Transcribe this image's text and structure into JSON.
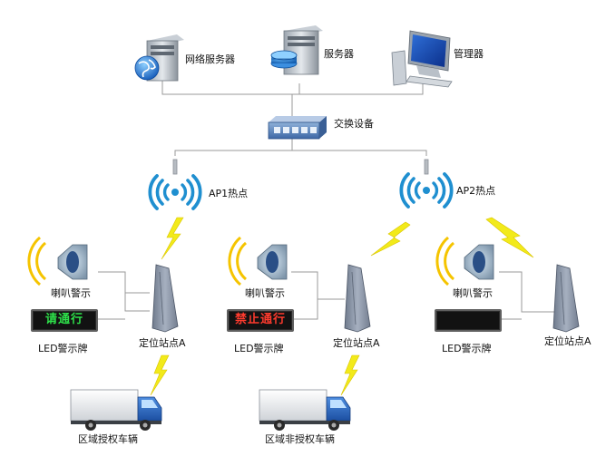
{
  "title": "",
  "nodes": {
    "network_server": "网络服务器",
    "server": "服务器",
    "manager": "管理器",
    "switch": "交换设备",
    "ap1": "AP1热点",
    "ap2": "AP2热点",
    "speaker_1": "喇叭警示",
    "speaker_2": "喇叭警示",
    "speaker_3": "喇叭警示",
    "led_board_1": "LED警示牌",
    "led_board_2": "LED警示牌",
    "led_board_3": "LED警示牌",
    "locator_1": "定位站点A",
    "locator_2": "定位站点A",
    "locator_3": "定位站点A",
    "vehicle_authorized": "区域授权车辆",
    "vehicle_unauthorized": "区域非授权车辆"
  },
  "led_displays": {
    "led_1_text": "请通行",
    "led_1_color": "#2ee04a",
    "led_2_text": "禁止通行",
    "led_2_color": "#ff3b2e",
    "led_3_text": "",
    "led_3_color": "#333333"
  },
  "colors": {
    "connector": "#9a9a9a",
    "lightning": "#f2ea1a",
    "wifi": "#1f8fd0"
  }
}
